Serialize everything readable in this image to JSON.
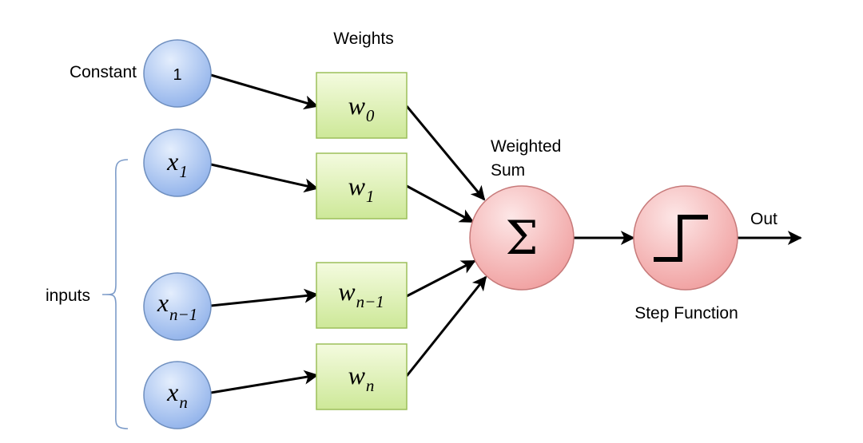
{
  "labels": {
    "weights": "Weights",
    "constant": "Constant",
    "inputs": "inputs",
    "weighted_sum_line1": "Weighted",
    "weighted_sum_line2": "Sum",
    "step_function": "Step Function",
    "out": "Out"
  },
  "input_nodes": [
    {
      "var": "1",
      "sub": ""
    },
    {
      "var": "x",
      "sub": "1"
    },
    {
      "var": "x",
      "sub": "n−1"
    },
    {
      "var": "x",
      "sub": "n"
    }
  ],
  "weight_boxes": [
    {
      "var": "w",
      "sub": "0"
    },
    {
      "var": "w",
      "sub": "1"
    },
    {
      "var": "w",
      "sub": "n−1"
    },
    {
      "var": "w",
      "sub": "n"
    }
  ],
  "sum_symbol": "Σ",
  "colors": {
    "input_fill_light": "#dbe7fb",
    "input_fill_dark": "#8fb1ea",
    "input_stroke": "#6f8fbf",
    "weight_fill_light": "#f2fbd9",
    "weight_fill_dark": "#cfea9a",
    "weight_stroke": "#9cbf5a",
    "node_fill_light": "#fde3e3",
    "node_fill_dark": "#f1a2a2",
    "node_stroke": "#c77a7a",
    "brace": "#6f8fbf"
  }
}
